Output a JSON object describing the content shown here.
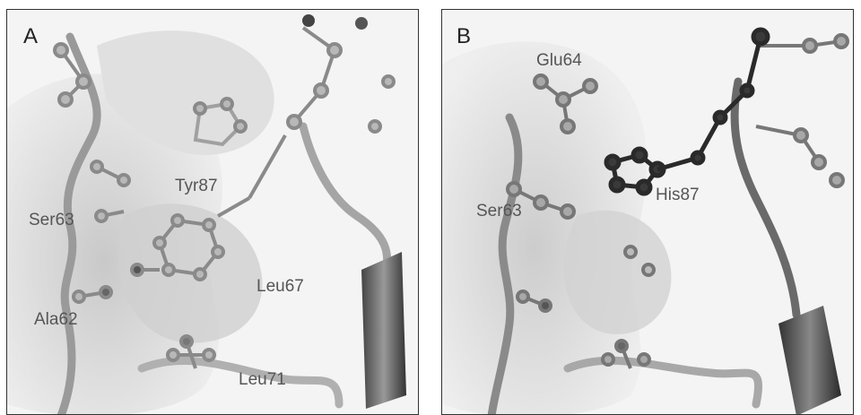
{
  "panels": [
    {
      "letter": "A",
      "labels": {
        "tyr87": "Tyr87",
        "ser63": "Ser63",
        "leu67": "Leu67",
        "ala62": "Ala62",
        "leu71": "Leu71"
      }
    },
    {
      "letter": "B",
      "labels": {
        "glu64": "Glu64",
        "ser63": "Ser63",
        "his87": "His87"
      }
    }
  ],
  "colors": {
    "surface": "#d6d6d6",
    "backbone": "#8c8c8c",
    "atom_light": "#b5b5b5",
    "atom_dark": "#3a3a3a",
    "ribbon_dark": "#555555"
  }
}
